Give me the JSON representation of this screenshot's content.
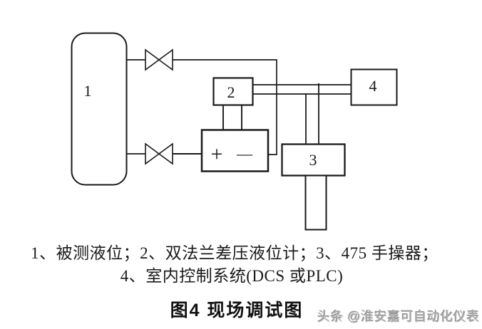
{
  "diagram": {
    "tank_label": "1",
    "transmitter_head_label": "2",
    "communicator_label": "3",
    "control_system_label": "4",
    "plus_sign": "+",
    "minus_sign": "—"
  },
  "legend": {
    "line1": "1、被测液位；2、双法兰差压液位计；3、475 手操器；",
    "line2": "4、室内控制系统(DCS 或PLC)"
  },
  "caption": "图4 现场调试图",
  "watermark": "头条 @淮安嘉可自动化仪表",
  "colors": {
    "line": "#1a1a1a",
    "background": "#ffffff",
    "watermark": "#b3b3b3"
  }
}
